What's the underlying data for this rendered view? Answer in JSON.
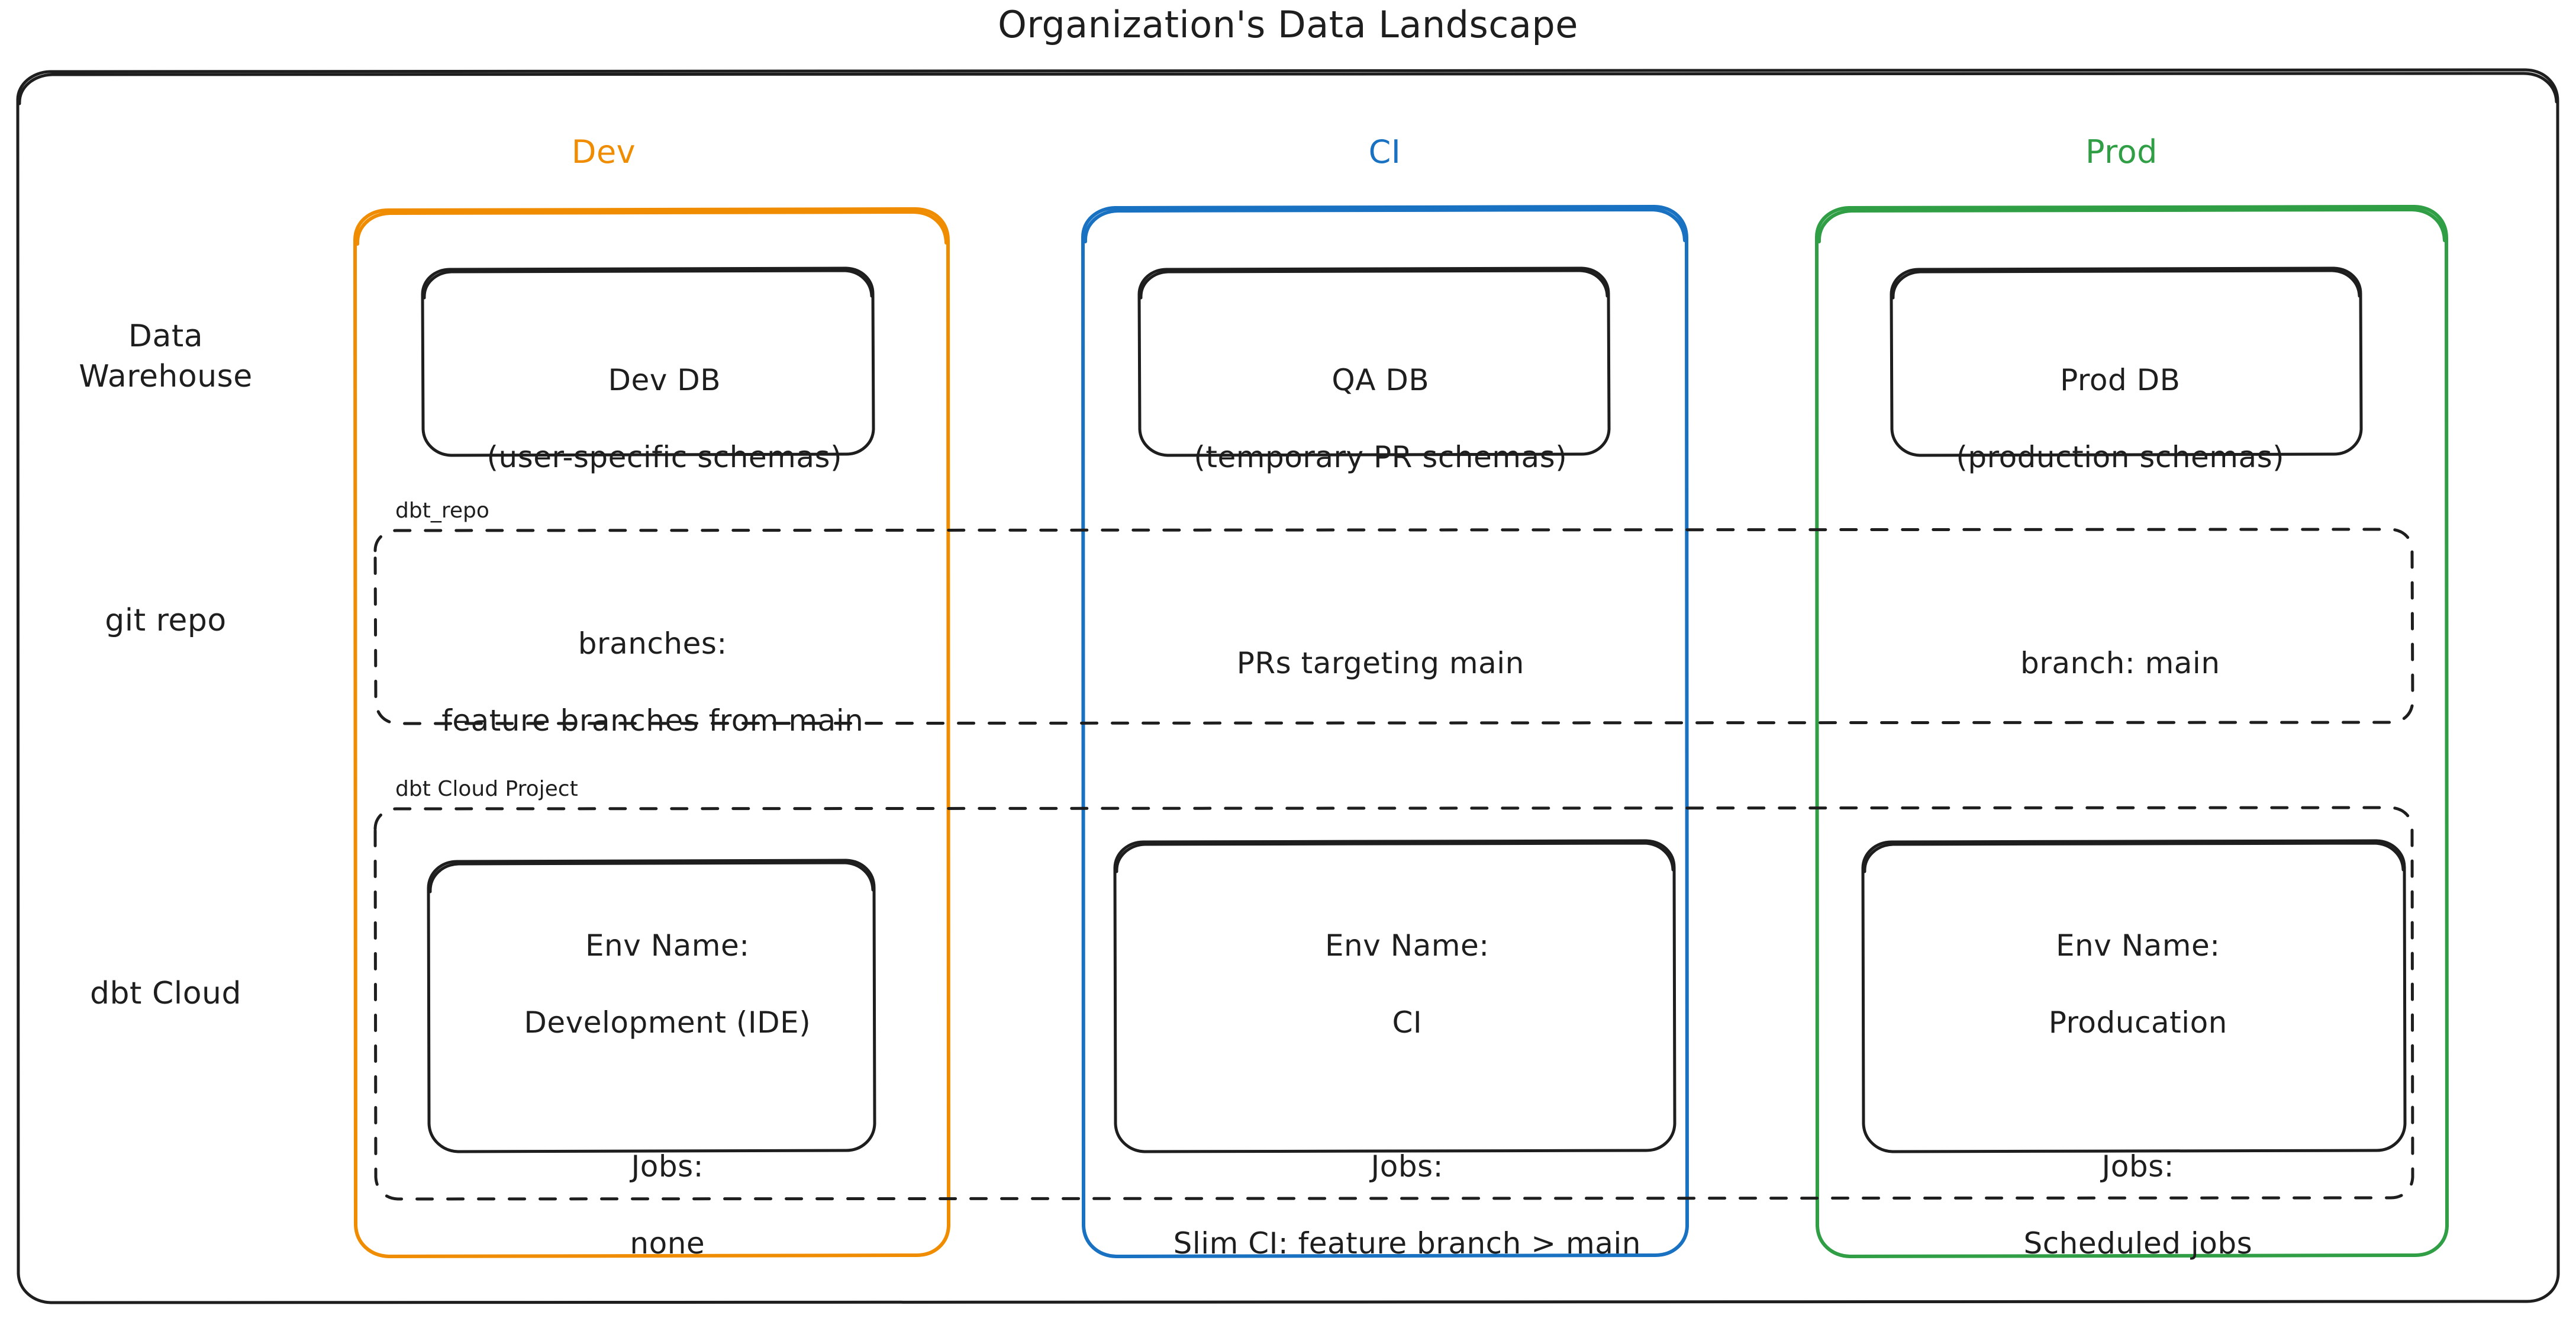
{
  "title": "Organization's Data Landscape",
  "columns": [
    {
      "id": "dev",
      "label": "Dev",
      "color": "#f08c00"
    },
    {
      "id": "ci",
      "label": "CI",
      "color": "#1971c2"
    },
    {
      "id": "prod",
      "label": "Prod",
      "color": "#2f9e44"
    }
  ],
  "rows": [
    {
      "id": "warehouse",
      "label": "Data\nWarehouse"
    },
    {
      "id": "git",
      "label": "git repo"
    },
    {
      "id": "dbtcloud",
      "label": "dbt Cloud"
    }
  ],
  "groups": {
    "git_repo_label": "dbt_repo",
    "dbt_cloud_label": "dbt Cloud Project"
  },
  "warehouse": {
    "dev": {
      "name": "Dev DB",
      "detail": "(user-specific schemas)"
    },
    "ci": {
      "name": "QA DB",
      "detail": "(temporary PR schemas)"
    },
    "prod": {
      "name": "Prod DB",
      "detail": "(production schemas)"
    }
  },
  "git_repo": {
    "dev": {
      "line1": "branches:",
      "line2": "feature branches from main"
    },
    "ci": {
      "line1": "PRs targeting main",
      "line2": ""
    },
    "prod": {
      "line1": "branch: main",
      "line2": ""
    }
  },
  "dbt_cloud": {
    "dev": {
      "env_label": "Env Name:",
      "env_value": "Development (IDE)",
      "jobs_label": "Jobs:",
      "jobs_value": "none"
    },
    "ci": {
      "env_label": "Env Name:",
      "env_value": "CI",
      "jobs_label": "Jobs:",
      "jobs_value": "Slim CI: feature branch > main"
    },
    "prod": {
      "env_label": "Env Name:",
      "env_value": "Producation",
      "jobs_label": "Jobs:",
      "jobs_value": "Scheduled jobs"
    }
  },
  "colors": {
    "stroke": "#1e1e1e",
    "dev": "#f08c00",
    "ci": "#1971c2",
    "prod": "#2f9e44",
    "background": "#ffffff"
  }
}
